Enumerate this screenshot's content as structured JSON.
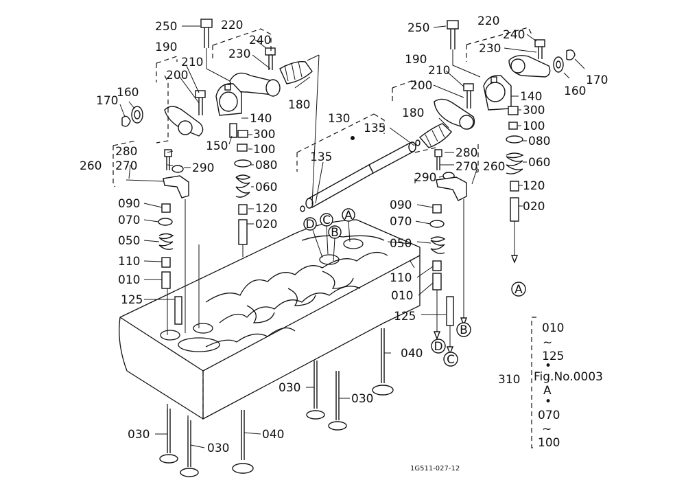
{
  "drawing_id": "1G511-027-12",
  "note": {
    "label": "310",
    "lines": [
      "010",
      "~",
      "125",
      "•",
      "Fig.No.0003",
      "A",
      "•",
      "070",
      "~",
      "100"
    ]
  },
  "callouts": {
    "A": "A",
    "B": "B",
    "C": "C",
    "D": "D"
  },
  "labels": {
    "l250a": "250",
    "l220a": "220",
    "l240a": "240",
    "l230a": "230",
    "l190a": "190",
    "l210a": "210",
    "l200a": "200",
    "l170a": "170",
    "l160a": "160",
    "l140a": "140",
    "l180a": "180",
    "l300a": "300",
    "l150": "150",
    "l100a": "100",
    "l280a": "280",
    "l270a": "270",
    "l260a": "260",
    "l290a": "290",
    "l080a": "080",
    "l060a": "060",
    "l120a": "120",
    "l020a": "020",
    "l090a": "090",
    "l070a": "070",
    "l050a": "050",
    "l110a": "110",
    "l010a": "010",
    "l125a": "125",
    "l130": "130",
    "l135a": "135",
    "l135b": "135",
    "l250b": "250",
    "l220b": "220",
    "l240b": "240",
    "l230b": "230",
    "l170b": "170",
    "l190b": "190",
    "l210b": "210",
    "l200b": "200",
    "l140b": "140",
    "l160b": "160",
    "l180b": "180",
    "l300b": "300",
    "l100b": "100",
    "l080b": "080",
    "l280b": "280",
    "l270b": "270",
    "l260b": "260",
    "l060b": "060",
    "l290b": "290",
    "l120b": "120",
    "l020b": "020",
    "l090b": "090",
    "l070b": "070",
    "l050b": "050",
    "l110b": "110",
    "l010b": "010",
    "l125b": "125",
    "l040a": "040",
    "l030a": "030",
    "l030b": "030",
    "l030c": "030",
    "l030d": "030",
    "l040b": "040"
  }
}
